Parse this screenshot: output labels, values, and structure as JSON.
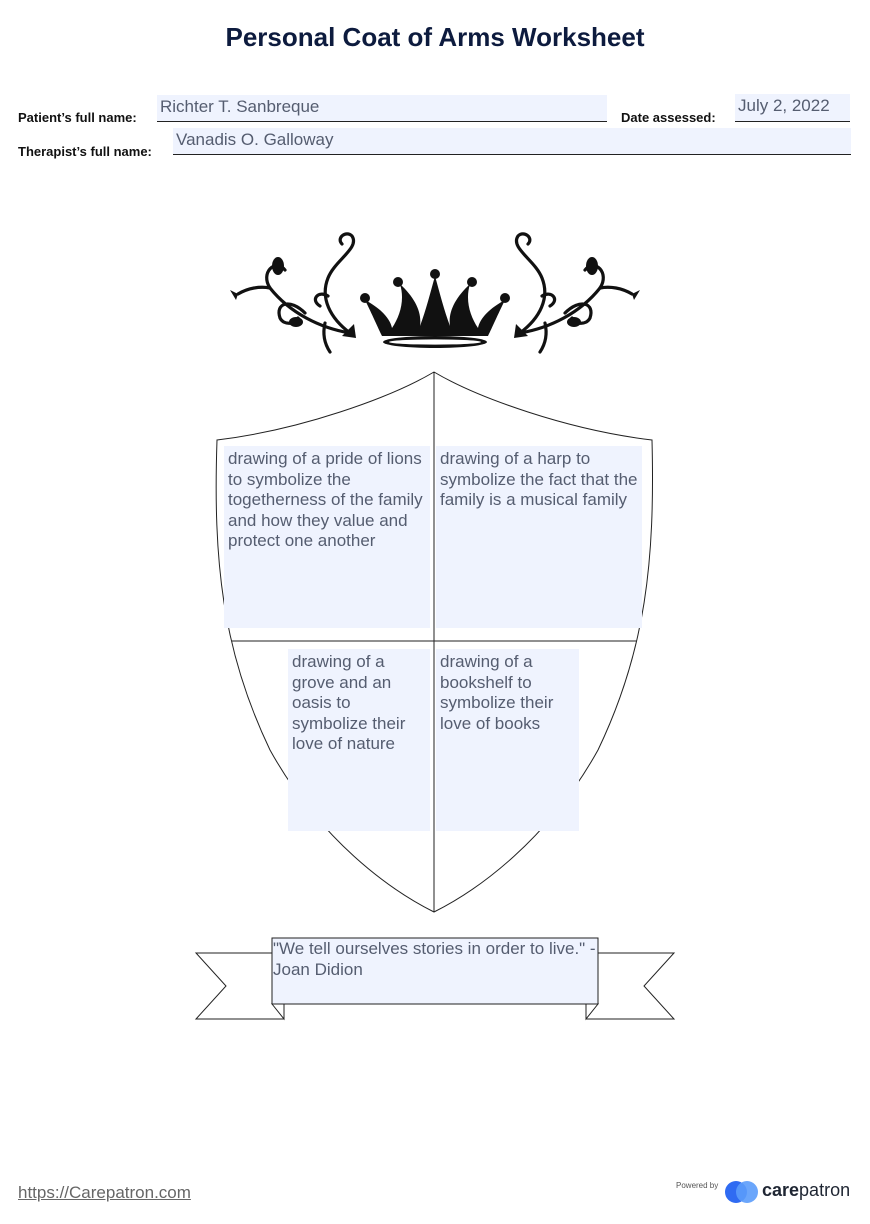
{
  "title": "Personal Coat of Arms Worksheet",
  "patient": {
    "label": "Patient’s full name:",
    "value": "Richter T. Sanbreque"
  },
  "date": {
    "label": "Date assessed:",
    "value": "July 2, 2022"
  },
  "therapist": {
    "label": "Therapist’s full name:",
    "value": "Vanadis O. Galloway"
  },
  "shield": {
    "top_left": "drawing of a pride of lions to symbolize the togetherness of the family and how they value and protect one another",
    "top_right": "drawing of a harp to symbolize the fact that the family is a musical family",
    "bottom_left": "drawing of a grove and an oasis to symbolize their love of nature",
    "bottom_right": "drawing of a bookshelf to symbolize their love of books"
  },
  "motto": "\"We tell ourselves stories in order to live.\" - Joan Didion",
  "footer": {
    "url": "https://Carepatron.com",
    "powered_by": "Powered by",
    "brand_part1": "care",
    "brand_part2": "patron"
  }
}
